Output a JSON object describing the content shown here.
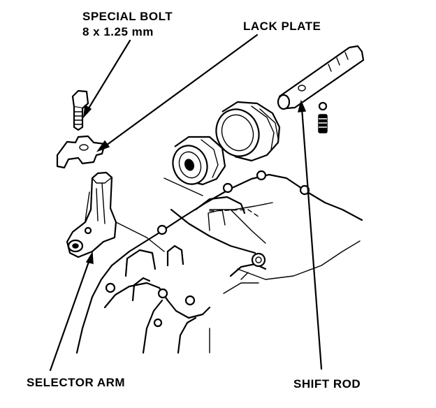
{
  "labels": {
    "special_bolt_line1": "SPECIAL BOLT",
    "special_bolt_line2": "8 x 1.25 mm",
    "lack_plate": "LACK PLATE",
    "selector_arm": "SELECTOR ARM",
    "shift_rod": "SHIFT ROD"
  }
}
